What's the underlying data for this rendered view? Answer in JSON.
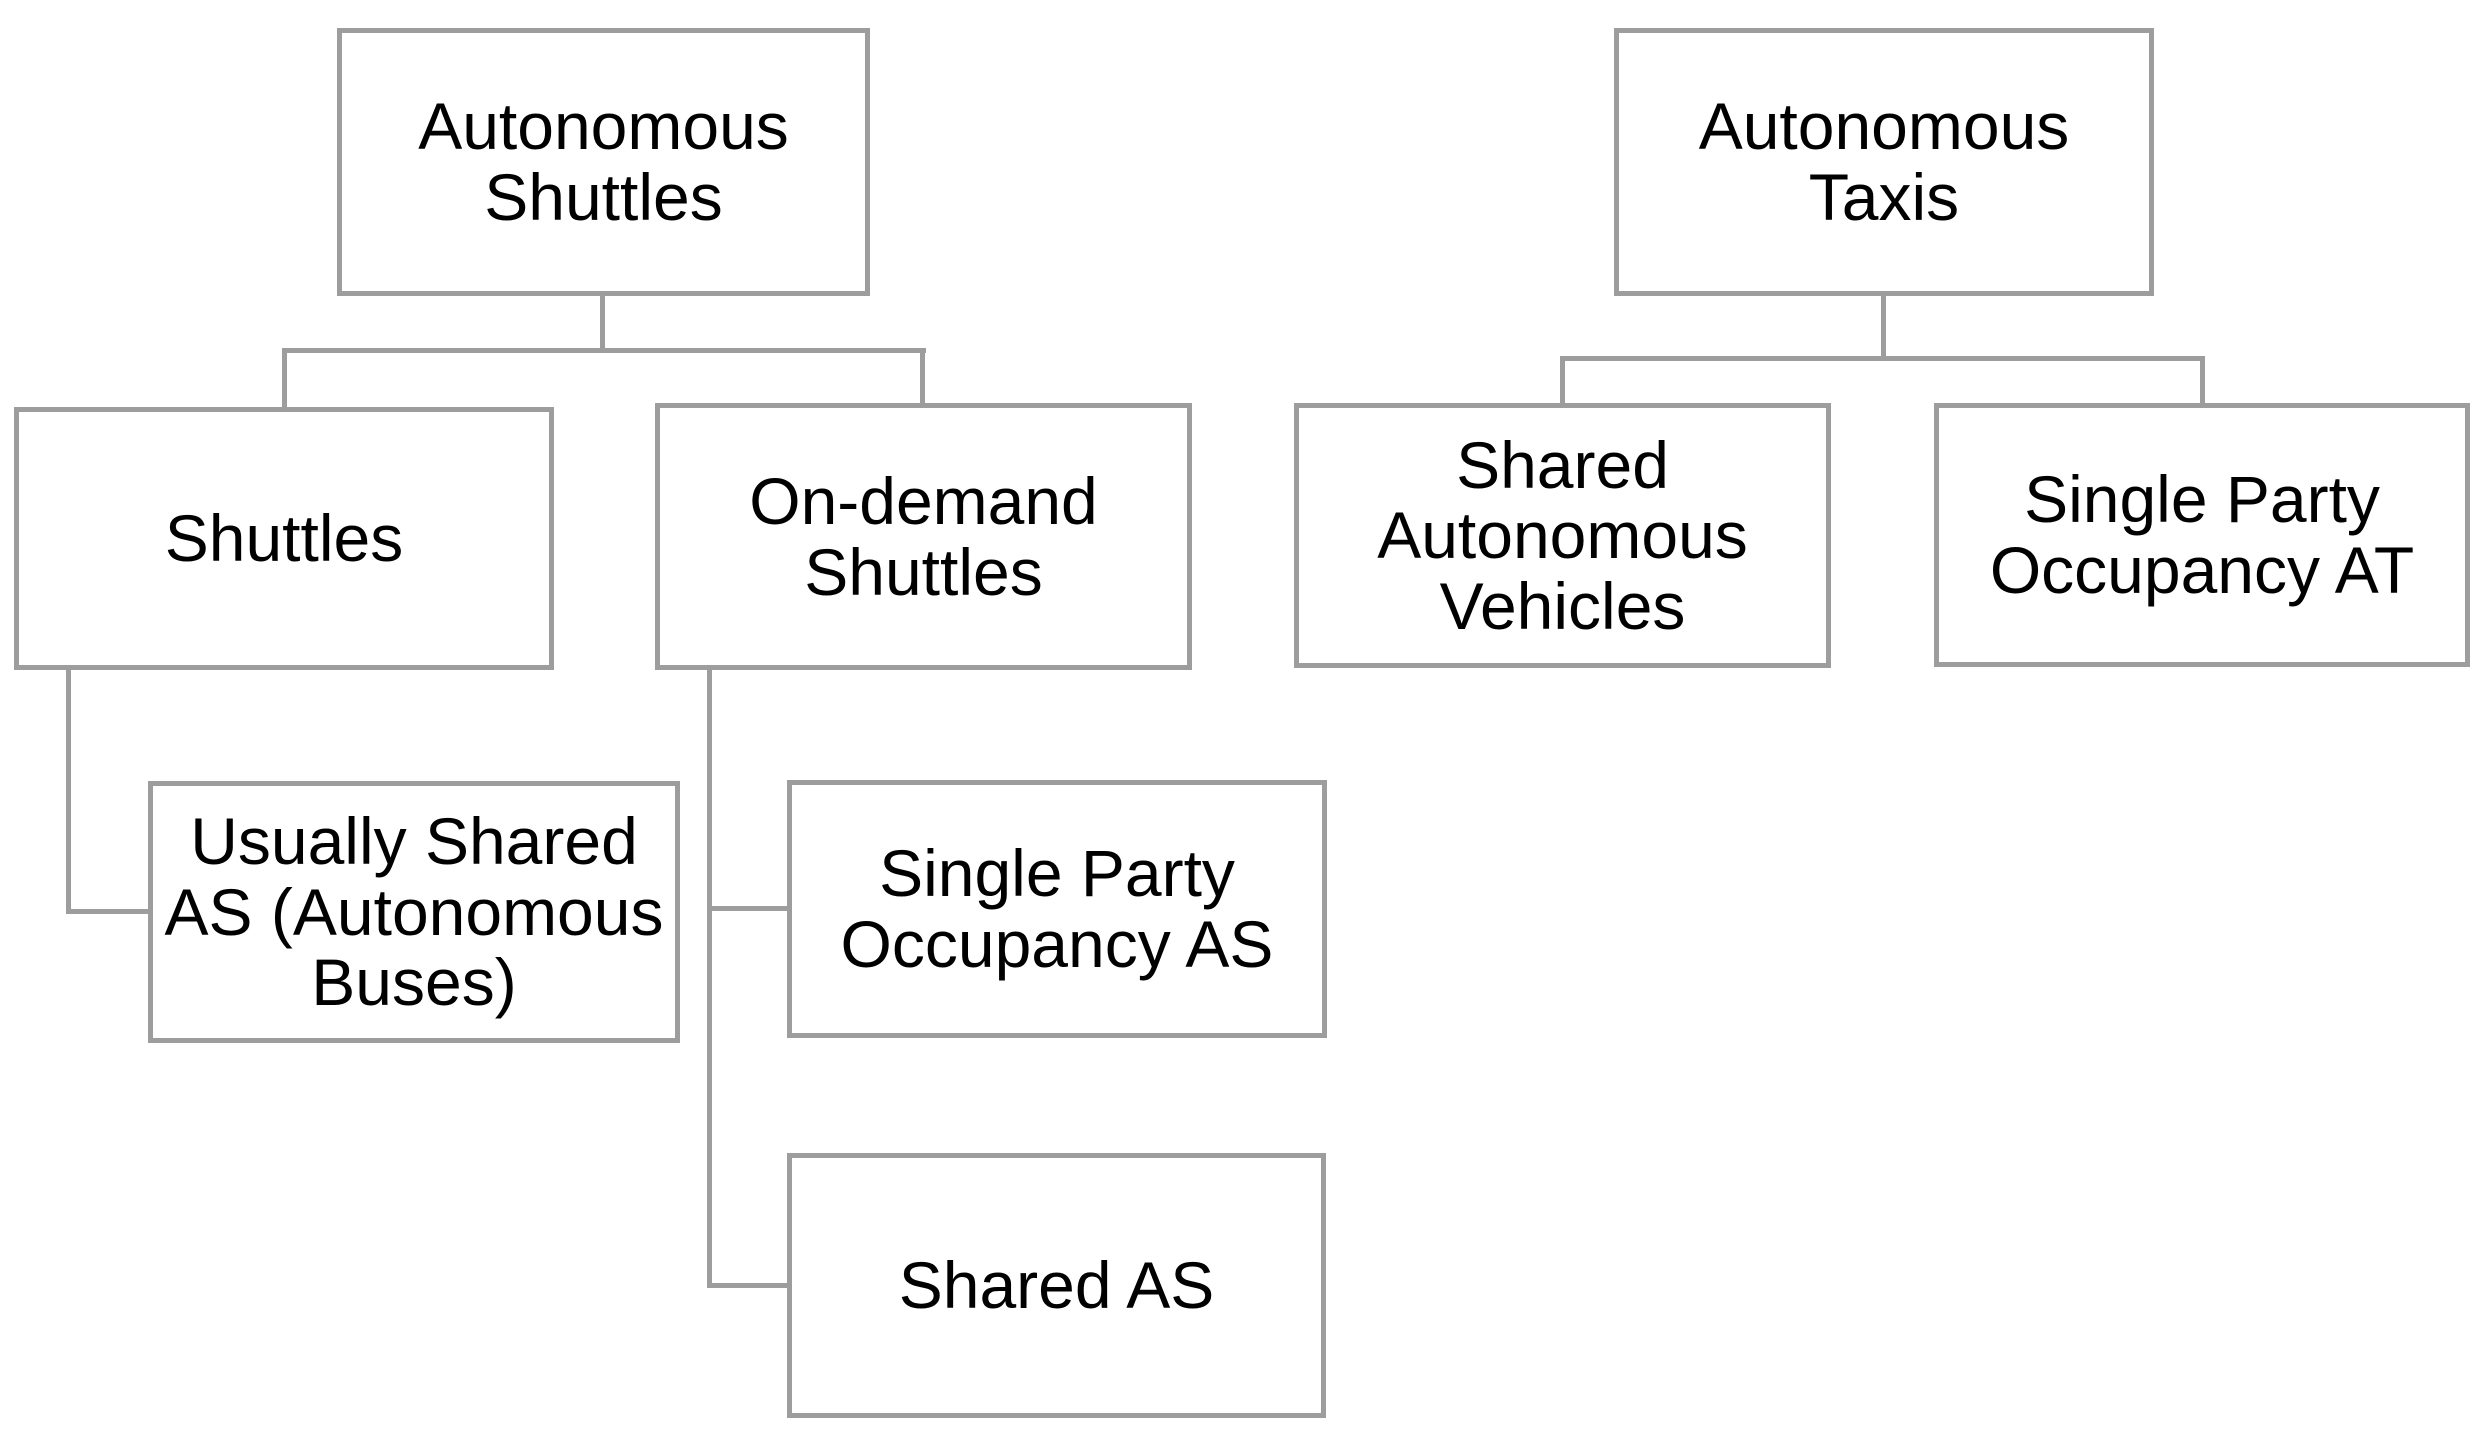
{
  "diagram": {
    "type": "tree-diagram",
    "colors": {
      "background": "#ffffff",
      "node_fill": "#ffffff",
      "node_border": "#9d9d9d",
      "connector": "#9d9d9d",
      "text": "#000000"
    },
    "nodes": {
      "autonomous_shuttles": {
        "label": "Autonomous\nShuttles"
      },
      "shuttles": {
        "label": "Shuttles"
      },
      "on_demand_shuttles": {
        "label": "On-demand\nShuttles"
      },
      "usually_shared_as": {
        "label": "Usually Shared\nAS (Autonomous\nBuses)"
      },
      "single_party_occupancy_as": {
        "label": "Single Party\nOccupancy AS"
      },
      "shared_as": {
        "label": "Shared AS"
      },
      "autonomous_taxis": {
        "label": "Autonomous\nTaxis"
      },
      "shared_autonomous_vehicles": {
        "label": "Shared\nAutonomous\nVehicles"
      },
      "single_party_occupancy_at": {
        "label": "Single Party\nOccupancy AT"
      }
    },
    "edges": [
      {
        "from": "autonomous_shuttles",
        "to": "shuttles"
      },
      {
        "from": "autonomous_shuttles",
        "to": "on_demand_shuttles"
      },
      {
        "from": "shuttles",
        "to": "usually_shared_as"
      },
      {
        "from": "on_demand_shuttles",
        "to": "single_party_occupancy_as"
      },
      {
        "from": "on_demand_shuttles",
        "to": "shared_as"
      },
      {
        "from": "autonomous_taxis",
        "to": "shared_autonomous_vehicles"
      },
      {
        "from": "autonomous_taxis",
        "to": "single_party_occupancy_at"
      }
    ]
  }
}
